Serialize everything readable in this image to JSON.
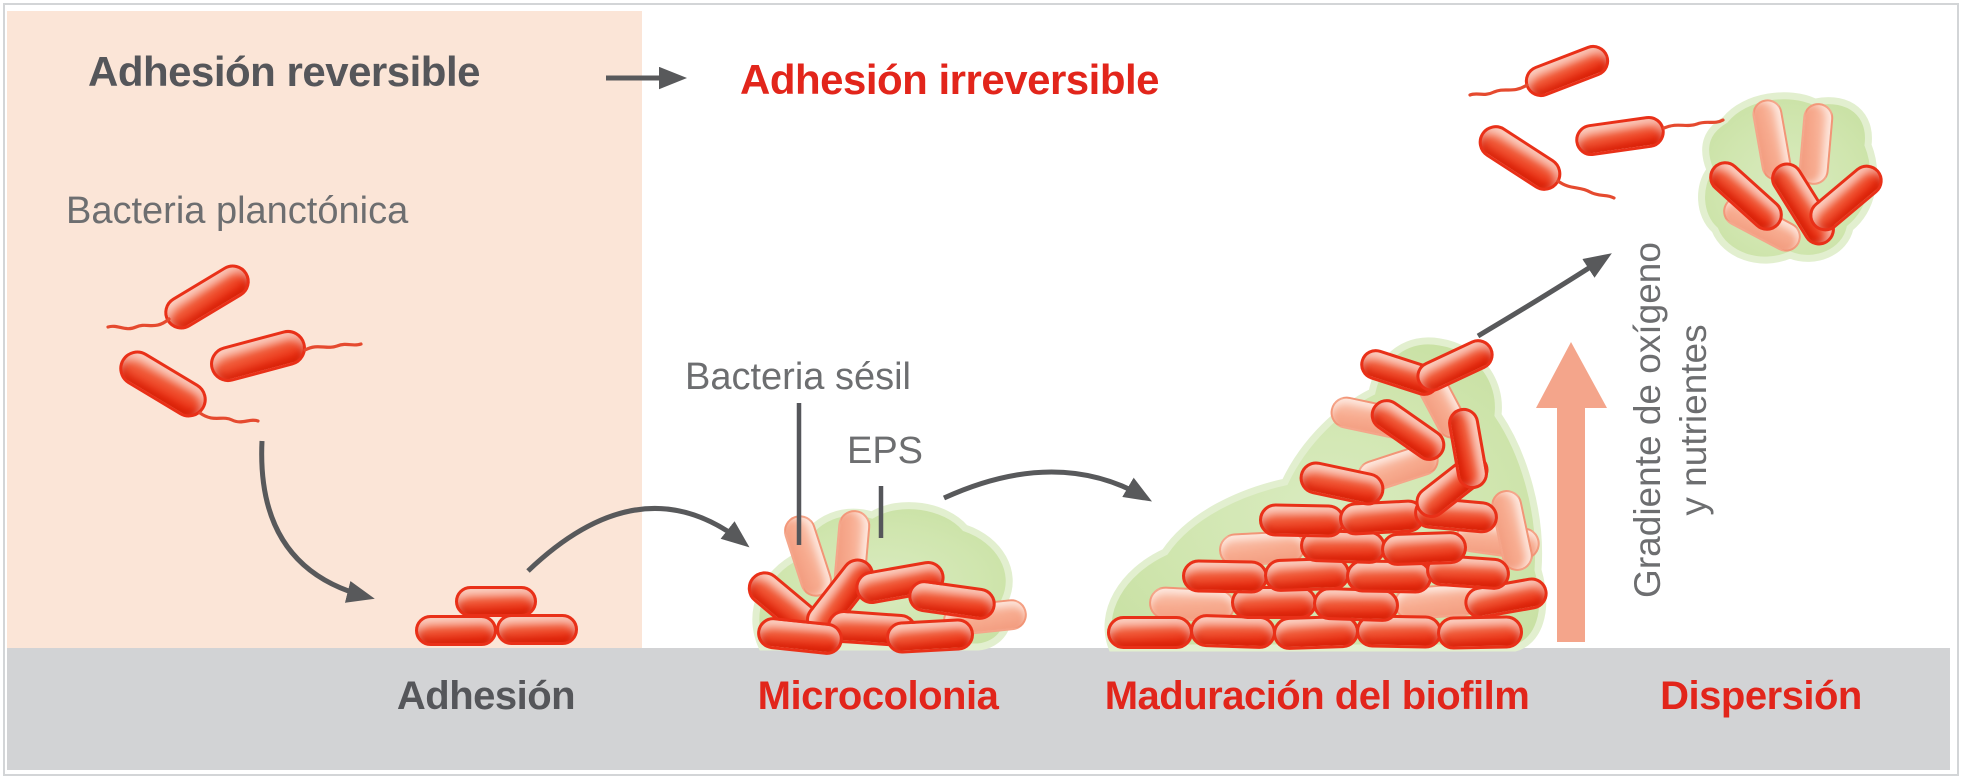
{
  "figure": {
    "heading_left": "Adhesión reversible",
    "heading_right": "Adhesión irreversible",
    "labels": {
      "planktonic": "Bacteria planctónica",
      "sessile": "Bacteria sésil",
      "eps": "EPS",
      "gradient_line1": "Gradiente de oxígeno",
      "gradient_line2": "y nutrientes"
    },
    "stages": [
      {
        "id": "adhesion",
        "label": "Adhesión"
      },
      {
        "id": "microcolony",
        "label": "Microcolonia"
      },
      {
        "id": "maturation",
        "label": "Maduración del biofilm"
      },
      {
        "id": "dispersion",
        "label": "Dispersión"
      }
    ],
    "colors": {
      "panel_peach": "#fbe5d7",
      "surface_gray": "#d2d3d5",
      "text_dark": "#55565a",
      "text_gray": "#6d6e70",
      "accent_red": "#e2251b",
      "arrow_gray": "#58595b",
      "salmon_arrow": "#f4a58b",
      "eps_green": "#cfe5ad",
      "bacteria_red": "#ee3716",
      "bacteria_light": "#f5a78c"
    }
  }
}
